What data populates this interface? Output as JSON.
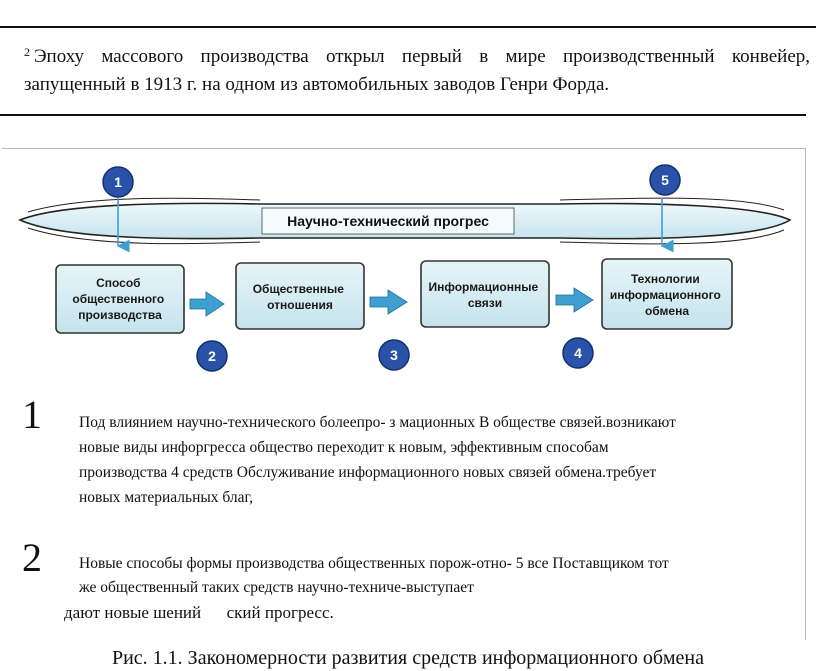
{
  "footnote": {
    "marker": "2",
    "text": "Эпоху массового производства открыл первый в мире производственный конвейер, запущенный в 1913 г. на одном из автомобильных заводов Генри Форда."
  },
  "diagram": {
    "band_label": "Научно-технический прогрес",
    "stages": [
      {
        "lines": [
          "Способ",
          "общественного",
          "производства"
        ]
      },
      {
        "lines": [
          "Общественные",
          "отношения"
        ]
      },
      {
        "lines": [
          "Информационные",
          "связи"
        ]
      },
      {
        "lines": [
          "Технологии",
          "информационного",
          "обмена"
        ]
      }
    ],
    "badges": [
      "1",
      "2",
      "3",
      "4",
      "5"
    ],
    "colors": {
      "badge": "#2a52a8",
      "stage_fill": "#d2ecf2",
      "arrow": "#3f9fd0",
      "band": "#d6eef4"
    }
  },
  "notes": [
    {
      "number": "1",
      "lines": [
        "Под влиянием научно-технического болеепро- з мационных В обществе связей.возникают",
        "новые виды инфоргресса общество переходит к новым, эффективным способам",
        "производства 4 средств Обслуживание информационного новых связей обмена.требует",
        "новых материальных благ,"
      ]
    },
    {
      "number": "2",
      "lines": [
        "Новые способы формы производства общественных порож-отно- 5 все Поставщиком тот",
        "же общественный таких средств научно-техниче-выступает"
      ],
      "tail": "дают новые шений      ский прогресс."
    }
  ],
  "caption": "Рис. 1.1. Закономерности развития средств информационного обмена"
}
